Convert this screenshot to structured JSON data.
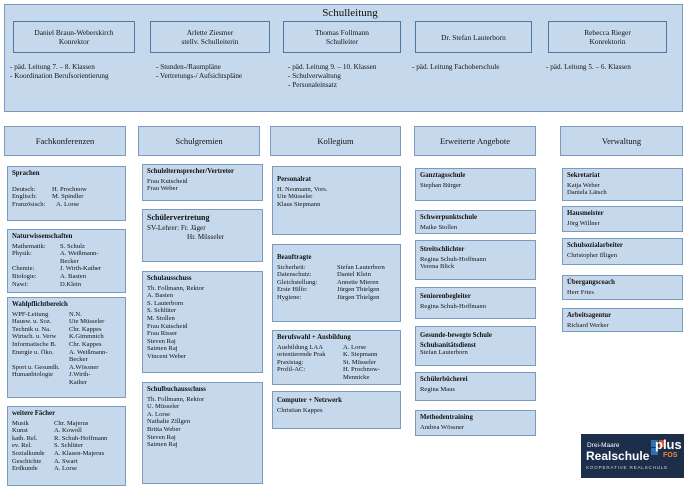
{
  "schulleitung": {
    "title": "Schulleitung",
    "persons": [
      {
        "name": "Daniel Braun-Weberskirch",
        "role": "Konrektor"
      },
      {
        "name": "Arlette Ziesmer",
        "role": "stellv. Schulleiterin"
      },
      {
        "name": "Thomas Follmann",
        "role": "Schulleiter"
      },
      {
        "name": "Dr. Stefan Lauterborn",
        "role": ""
      },
      {
        "name": "Rebecca Rieger",
        "role": "Konrektorin"
      }
    ],
    "duties": [
      [
        "- päd. Leitung 7. – 8. Klassen",
        "- Koordination Berufsorientierung"
      ],
      [
        "- Stunden-/Raumpläne",
        "- Vertretungs-/ Aufsichtspläne"
      ],
      [
        "- päd. Leitung 9. – 10. Klassen",
        "- Schulverwaltung",
        "- Personaleinsatz"
      ],
      [
        "- päd. Leitung Fachoberschule"
      ],
      [
        "- päd. Leitung 5. – 6. Klassen"
      ]
    ]
  },
  "columns": [
    "Fachkonferenzen",
    "Schulgremien",
    "Kollegium",
    "Erweiterte Angebote",
    "Verwaltung"
  ],
  "fachkonferenzen": {
    "sprachen": {
      "title": "Sprachen",
      "rows": [
        [
          "Deutsch:",
          "H. Prochnow"
        ],
        [
          "Englisch:",
          "M. Spindler"
        ],
        [
          "Französisch:",
          "A. Lorse"
        ]
      ]
    },
    "nawi": {
      "title": "Naturwissenschaften",
      "rows": [
        [
          "Mathematik:",
          "S. Schulz"
        ],
        [
          "Physik:",
          "A. Weißmann-"
        ],
        [
          "",
          "Becker"
        ],
        [
          "Chemie:",
          "J. Wirth-Kather"
        ],
        [
          "Biologie:",
          "A. Basten"
        ],
        [
          "Nawi:",
          "D.Klein"
        ]
      ]
    },
    "wpf": {
      "title": "Wahlpflichtbereich",
      "rows": [
        [
          "WPF-Leitung",
          "N.N."
        ],
        [
          "Hausw. u. Soz.",
          "Ute Müsseler"
        ],
        [
          "Technik u. Na.",
          "Chr. Kappes"
        ],
        [
          "Wirtsch. u. Verw",
          "K.Gimmnich"
        ],
        [
          "Informatische B.",
          "Chr. Kappes"
        ],
        [
          "Energie u. Öko.",
          "A. Weißmann-"
        ],
        [
          "",
          "Becker"
        ],
        [
          "Sport u. Gesundh.",
          "A.Wössner"
        ],
        [
          "Humanbiologie",
          "J.Wirth-"
        ],
        [
          "",
          "Kather"
        ]
      ]
    },
    "weitere": {
      "title": "weitere Fächer",
      "rows": [
        [
          "Musik",
          "Chr. Majerus"
        ],
        [
          "Kunst",
          "A. Kowoll"
        ],
        [
          "kath. Rel.",
          "R. Schuh-Hoffmann"
        ],
        [
          "ev. Rel.",
          "S. Schlüter"
        ],
        [
          "Sozialkunde",
          "A. Klasen-Majerus"
        ],
        [
          "Geschichte",
          "A. Swart"
        ],
        [
          "Erdkunde",
          "A. Lorse"
        ]
      ]
    }
  },
  "schulgremien": {
    "elternsprecher": {
      "title": "Schulelternsprecher/Vertreter",
      "lines": [
        "Frau Kutscheid",
        "Frau Weber"
      ]
    },
    "schuelervertretung": {
      "title": "Schülervertretung",
      "lines": [
        "SV-Lehrer: Fr. Jäger",
        "Hr. Müsseler"
      ]
    },
    "schulausschuss": {
      "title": "Schulausschuss",
      "lines": [
        "Th. Follmann, Rektor",
        "A. Basten",
        "S. Lauterborn",
        "S. Schlüter",
        "M. Stollen",
        "Frau Kutscheid",
        "Frau Risser",
        "Steven Raj",
        "Saimen Raj",
        "Vincent Weber"
      ]
    },
    "schulbuchausschuss": {
      "title": "Schulbuchausschuss",
      "lines": [
        "Th. Follmann, Rektor",
        "U. Müsseler",
        "A. Lorse",
        "Nathalie Zillgen",
        "Britta Weber",
        "Steven Raj",
        "Saimen Raj"
      ]
    }
  },
  "kollegium": {
    "personalrat": {
      "title": "Personalrat",
      "lines": [
        "H. Neumann, Vors.",
        "Ute Müsseler",
        "Klaus Stepmann"
      ]
    },
    "beauftragte": {
      "title": "Beauftragte",
      "rows": [
        [
          "Sicherheit:",
          "Stefan Lauterborn"
        ],
        [
          "Datenschutz:",
          "Daniel Klein"
        ],
        [
          "Gleichstellung:",
          "Annette Mieren"
        ],
        [
          "Erste Hilfe:",
          "Jürgen Thielgen"
        ],
        [
          "Hygiene:",
          "Jürgen Thielgen"
        ]
      ]
    },
    "berufswahl": {
      "title": "Berufswahl + Ausbildung",
      "rows": [
        [
          "Ausbildung LAA",
          "A. Lorse"
        ],
        [
          "orientierende Prak",
          "K. Siepmann"
        ],
        [
          "Praxistag:",
          "St. Müsseler"
        ],
        [
          "Profil-AC:",
          "H. Prochnow-"
        ],
        [
          "",
          "Mennicke"
        ]
      ]
    },
    "computer": {
      "title": "Computer + Netzwerk",
      "lines": [
        "Christian Kappes"
      ]
    }
  },
  "erweiterte": [
    {
      "title": "Ganztagsschule",
      "lines": [
        "Stephan Bürger"
      ]
    },
    {
      "title": "Schwerpunktschule",
      "lines": [
        "Maike Stollen"
      ]
    },
    {
      "title": "Streitschlichter",
      "lines": [
        "Regina Schuh-Hoffmann",
        "Verena Blick"
      ]
    },
    {
      "title": "Seniorenbegleiter",
      "lines": [
        "Regina Schuh-Hoffmann"
      ]
    },
    {
      "title": "Gesunde-bewegte Schule",
      "lines": [
        "Schulsanitätsdienst",
        "Stefan Lauterborn"
      ]
    },
    {
      "title": "Schülerbücherei",
      "lines": [
        "Regina Maus"
      ]
    },
    {
      "title": "Methodentraining",
      "lines": [
        "Andrea Wössner"
      ]
    }
  ],
  "verwaltung": [
    {
      "title": "Sekretariat",
      "lines": [
        "Katja Weber",
        "Daniela Lätsch"
      ]
    },
    {
      "title": "Hausmeister",
      "lines": [
        "Jörg Willner"
      ]
    },
    {
      "title": "Schulsozialarbeiter",
      "lines": [
        "Christopher Illigen"
      ]
    },
    {
      "title": "Übergangscoach",
      "lines": [
        "Herr Fries"
      ]
    },
    {
      "title": "Arbeitsagentur",
      "lines": [
        "Richard Werker"
      ]
    }
  ],
  "logo": {
    "top": "Drei-Maare",
    "main": "Realschule",
    "plus": "plus",
    "fos": "FOS",
    "sub": "KOOPERATIVE REALSCHULE"
  }
}
